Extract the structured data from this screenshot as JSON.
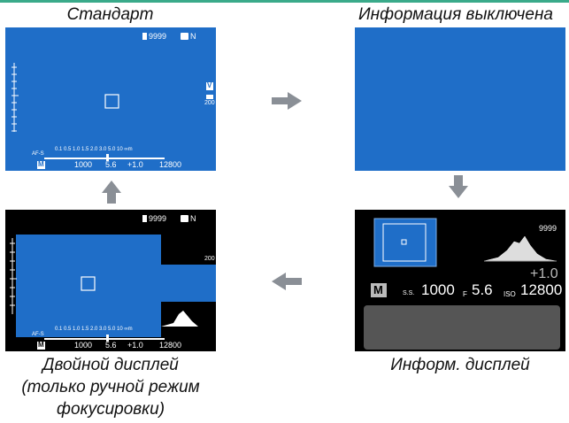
{
  "captions": {
    "standard": "Стандарт",
    "info_off": "Информация выключена",
    "dual_line1": "Двойной дисплей",
    "dual_line2": "(только ручной режим",
    "dual_line3": "фокусировки)",
    "info_display": "Информ. дисплей"
  },
  "standard_screen": {
    "shots_remaining": "9999",
    "quality": "N",
    "af_mode": "AF-S",
    "distance_scale": "0.1 0.5 1.0 1.5 2.0 3.0 5.0 10 ∞m",
    "mode": "M",
    "shutter": "1000",
    "aperture": "5.6",
    "exposure_comp": "+1.0",
    "iso": "12800",
    "iso_side": "200",
    "film_sim": "V"
  },
  "dual_screen": {
    "shots_remaining": "9999",
    "quality": "N",
    "af_mode": "AF-S",
    "distance_scale": "0.1 0.5 1.0 1.5 2.0 3.0 5.0 10 ∞m",
    "mode": "M",
    "shutter": "1000",
    "aperture": "5.6",
    "exposure_comp": "+1.0",
    "iso": "12800",
    "iso_side": "200"
  },
  "info_screen": {
    "shots_remaining": "9999",
    "exposure_comp": "+1.0",
    "mode": "M",
    "shutter_prefix": "S.S.",
    "shutter": "1000",
    "aperture_prefix": "F",
    "aperture": "5.6",
    "iso_prefix": "ISO",
    "iso": "12800"
  },
  "colors": {
    "screen_blue": "#1f6ec8",
    "arrow_gray": "#8a8f96",
    "accent_line": "#3aaa8a"
  },
  "icons": [
    "arrow-right-icon",
    "arrow-down-icon",
    "arrow-left-icon",
    "arrow-up-icon",
    "focus-frame-icon",
    "histogram-icon"
  ]
}
